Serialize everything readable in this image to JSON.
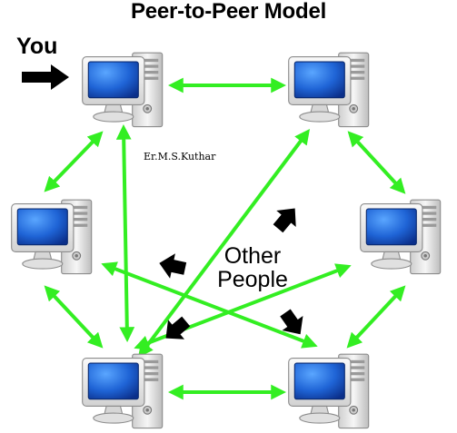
{
  "title": "Peer-to-Peer Model",
  "you_label": "You",
  "author": "Er.M.S.Kuthar",
  "group_label": {
    "line1": "Other",
    "line2": "People"
  },
  "colors": {
    "link": "#33ee22",
    "arrow": "#000000",
    "screen": "#1f64d6",
    "case": "#e8e8e8"
  },
  "icons": {
    "computer": "desktop-computer-icon",
    "you_pointer": "arrow-right-icon",
    "crowd_pointers": "arrow-icon"
  }
}
